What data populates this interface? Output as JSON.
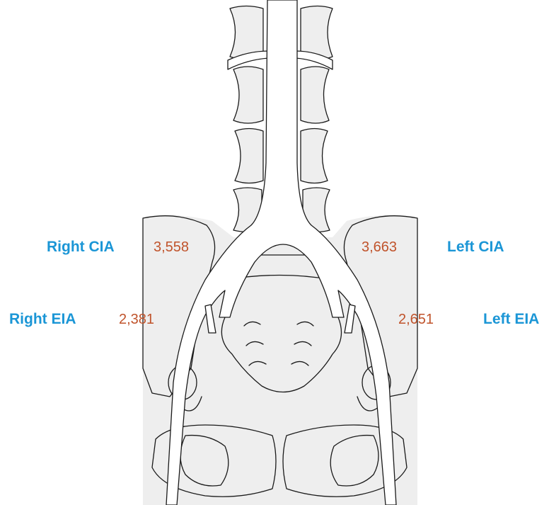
{
  "colors": {
    "site_label": "#1b96d6",
    "value": "#c0532b",
    "bone_fill": "#eeeeee",
    "stroke": "#1a1a1a"
  },
  "labels": {
    "right_cia": {
      "site": "Right CIA",
      "value": "3,558"
    },
    "left_cia": {
      "site": "Left CIA",
      "value": "3,663"
    },
    "right_eia": {
      "site": "Right EIA",
      "value": "2,381"
    },
    "left_eia": {
      "site": "Left EIA",
      "value": "2,651"
    }
  }
}
